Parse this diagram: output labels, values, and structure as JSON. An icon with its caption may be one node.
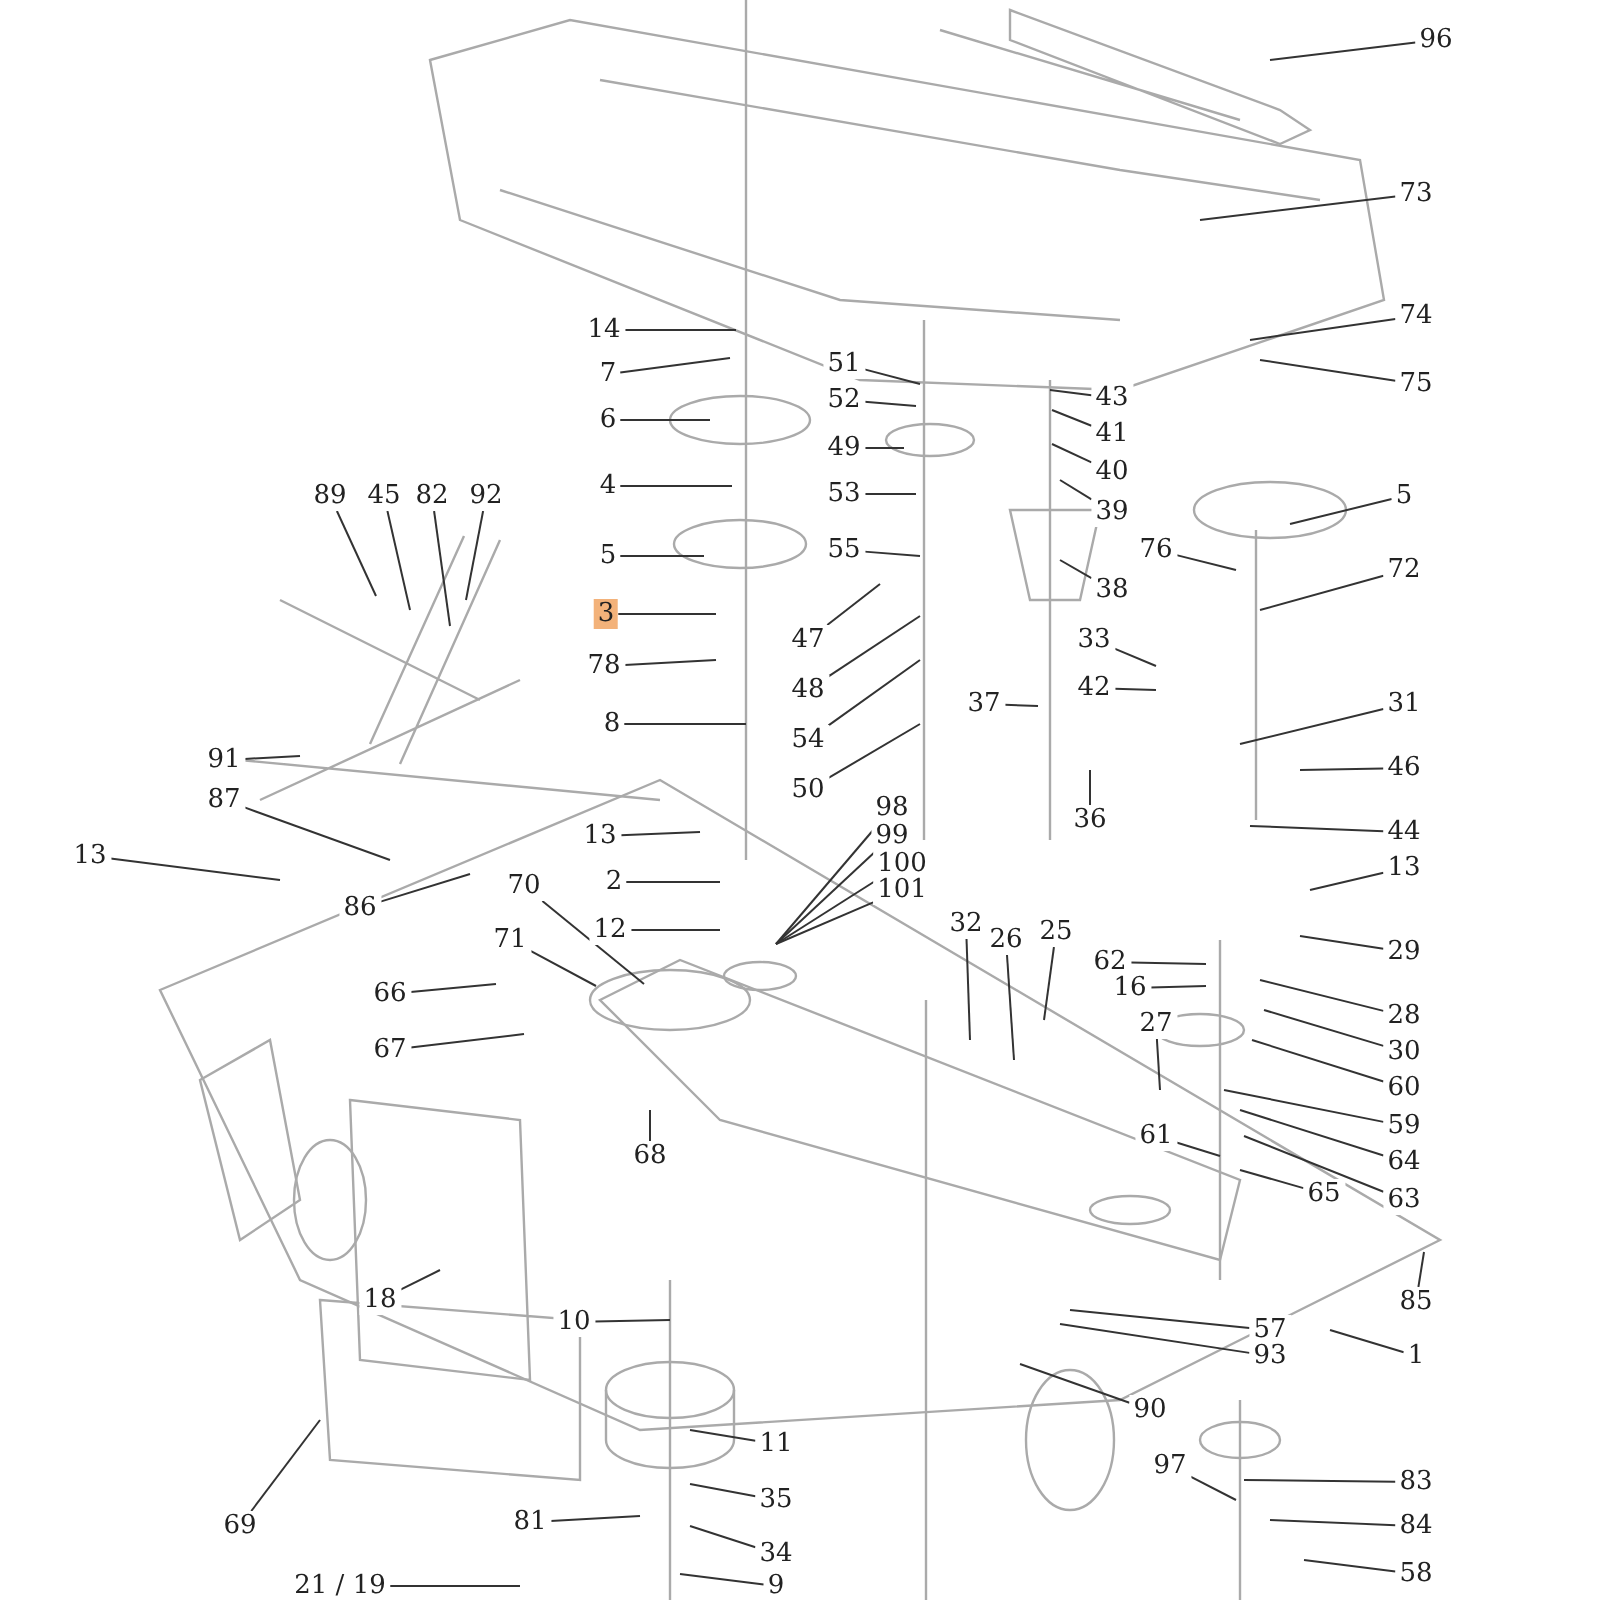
{
  "diagram": {
    "nodes": [
      {
        "text": [
          "96"
        ]
      },
      {
        "text": [
          "73"
        ]
      },
      {
        "text": [
          "14"
        ]
      },
      {
        "text": [
          "7"
        ]
      },
      {
        "text": [
          "74"
        ]
      },
      {
        "text": [
          "51"
        ]
      },
      {
        "text": [
          "43"
        ]
      },
      {
        "text": [
          "75"
        ]
      },
      {
        "text": [
          "52"
        ]
      },
      {
        "text": [
          "6"
        ]
      },
      {
        "text": [
          "41"
        ]
      },
      {
        "text": [
          "49"
        ]
      },
      {
        "text": [
          "40"
        ]
      },
      {
        "text": [
          "4"
        ]
      },
      {
        "text": [
          "53"
        ]
      },
      {
        "text": [
          "89"
        ]
      },
      {
        "text": [
          "45"
        ]
      },
      {
        "text": [
          "82"
        ]
      },
      {
        "text": [
          "92"
        ]
      },
      {
        "text": [
          "5"
        ]
      },
      {
        "text": [
          "39"
        ]
      },
      {
        "text": [
          "55"
        ]
      },
      {
        "text": [
          "76"
        ]
      },
      {
        "text": [
          "5"
        ]
      },
      {
        "text": [
          "72"
        ]
      },
      {
        "text": [
          "38"
        ]
      },
      {
        "text": [
          "3"
        ]
      },
      {
        "text": [
          "47"
        ]
      },
      {
        "text": [
          "33"
        ]
      },
      {
        "text": [
          "78"
        ]
      },
      {
        "text": [
          "42"
        ]
      },
      {
        "text": [
          "48"
        ]
      },
      {
        "text": [
          "37"
        ]
      },
      {
        "text": [
          "31"
        ]
      },
      {
        "text": [
          "8"
        ]
      },
      {
        "text": [
          "54"
        ]
      },
      {
        "text": [
          "91"
        ]
      },
      {
        "text": [
          "46"
        ]
      },
      {
        "text": [
          "50"
        ]
      },
      {
        "text": [
          "87"
        ]
      },
      {
        "text": [
          "36"
        ]
      },
      {
        "text": [
          "98"
        ]
      },
      {
        "text": [
          "99"
        ]
      },
      {
        "text": [
          "100"
        ]
      },
      {
        "text": [
          "101"
        ]
      },
      {
        "text": [
          "44"
        ]
      },
      {
        "text": [
          "13"
        ]
      },
      {
        "text": [
          "13"
        ]
      },
      {
        "text": [
          "13"
        ]
      },
      {
        "text": [
          "2"
        ]
      },
      {
        "text": [
          "70"
        ]
      },
      {
        "text": [
          "86"
        ]
      },
      {
        "text": [
          "32"
        ]
      },
      {
        "text": [
          "12"
        ]
      },
      {
        "text": [
          "25"
        ]
      },
      {
        "text": [
          "26"
        ]
      },
      {
        "text": [
          "71"
        ]
      },
      {
        "text": [
          "29"
        ]
      },
      {
        "text": [
          "62"
        ]
      },
      {
        "text": [
          "16"
        ]
      },
      {
        "text": [
          "66"
        ]
      },
      {
        "text": [
          "28"
        ]
      },
      {
        "text": [
          "27"
        ]
      },
      {
        "text": [
          "67"
        ]
      },
      {
        "text": [
          "30"
        ]
      },
      {
        "text": [
          "60"
        ]
      },
      {
        "text": [
          "59"
        ]
      },
      {
        "text": [
          "61"
        ]
      },
      {
        "text": [
          "68"
        ]
      },
      {
        "text": [
          "64"
        ]
      },
      {
        "text": [
          "65"
        ]
      },
      {
        "text": [
          "63"
        ]
      },
      {
        "text": [
          "18"
        ]
      },
      {
        "text": [
          "85"
        ]
      },
      {
        "text": [
          "10"
        ]
      },
      {
        "text": [
          "57"
        ]
      },
      {
        "text": [
          "1"
        ]
      },
      {
        "text": [
          "93"
        ]
      },
      {
        "text": [
          "90"
        ]
      },
      {
        "text": [
          "11"
        ]
      },
      {
        "text": [
          "97"
        ]
      },
      {
        "text": [
          "83"
        ]
      },
      {
        "text": [
          "35"
        ]
      },
      {
        "text": [
          "81"
        ]
      },
      {
        "text": [
          "69"
        ]
      },
      {
        "text": [
          "84"
        ]
      },
      {
        "text": [
          "34"
        ]
      },
      {
        "text": [
          "58"
        ]
      },
      {
        "text": [
          "21 / 19"
        ]
      },
      {
        "text": [
          "9"
        ]
      }
    ],
    "edges": [
      {
        "from": 0,
        "to": null,
        "arrow": "none"
      },
      {
        "from": 1,
        "to": null,
        "arrow": "none"
      },
      {
        "from": 2,
        "to": null,
        "arrow": "none"
      },
      {
        "from": 3,
        "to": null,
        "arrow": "none"
      },
      {
        "from": 4,
        "to": null,
        "arrow": "none"
      },
      {
        "from": 5,
        "to": null,
        "arrow": "none"
      },
      {
        "from": 6,
        "to": null,
        "arrow": "none"
      },
      {
        "from": 7,
        "to": null,
        "arrow": "none"
      },
      {
        "from": 8,
        "to": null,
        "arrow": "none"
      },
      {
        "from": 9,
        "to": null,
        "arrow": "none"
      },
      {
        "from": 10,
        "to": null,
        "arrow": "none"
      },
      {
        "from": 11,
        "to": null,
        "arrow": "none"
      },
      {
        "from": 12,
        "to": null,
        "arrow": "none"
      },
      {
        "from": 13,
        "to": null,
        "arrow": "none"
      },
      {
        "from": 14,
        "to": null,
        "arrow": "none"
      },
      {
        "from": 15,
        "to": null,
        "arrow": "none"
      },
      {
        "from": 16,
        "to": null,
        "arrow": "none"
      },
      {
        "from": 17,
        "to": null,
        "arrow": "none"
      },
      {
        "from": 18,
        "to": null,
        "arrow": "none"
      },
      {
        "from": 19,
        "to": null,
        "arrow": "none"
      },
      {
        "from": 20,
        "to": null,
        "arrow": "none"
      },
      {
        "from": 21,
        "to": null,
        "arrow": "none"
      },
      {
        "from": 22,
        "to": null,
        "arrow": "none"
      },
      {
        "from": 23,
        "to": null,
        "arrow": "none"
      },
      {
        "from": 24,
        "to": null,
        "arrow": "none"
      },
      {
        "from": 25,
        "to": null,
        "arrow": "none"
      },
      {
        "from": 26,
        "to": null,
        "arrow": "none"
      },
      {
        "from": 27,
        "to": null,
        "arrow": "none"
      },
      {
        "from": 28,
        "to": null,
        "arrow": "none"
      },
      {
        "from": 29,
        "to": null,
        "arrow": "none"
      },
      {
        "from": 30,
        "to": null,
        "arrow": "none"
      },
      {
        "from": 31,
        "to": null,
        "arrow": "none"
      },
      {
        "from": 32,
        "to": null,
        "arrow": "none"
      },
      {
        "from": 33,
        "to": null,
        "arrow": "none"
      },
      {
        "from": 34,
        "to": null,
        "arrow": "none"
      },
      {
        "from": 35,
        "to": null,
        "arrow": "none"
      },
      {
        "from": 36,
        "to": null,
        "arrow": "none"
      },
      {
        "from": 37,
        "to": null,
        "arrow": "none"
      },
      {
        "from": 38,
        "to": null,
        "arrow": "none"
      },
      {
        "from": 39,
        "to": null,
        "arrow": "none"
      },
      {
        "from": 40,
        "to": null,
        "arrow": "none"
      },
      {
        "from": 41,
        "to": null,
        "arrow": "none"
      },
      {
        "from": 42,
        "to": null,
        "arrow": "none"
      },
      {
        "from": 43,
        "to": null,
        "arrow": "none"
      },
      {
        "from": 44,
        "to": null,
        "arrow": "none"
      },
      {
        "from": 45,
        "to": null,
        "arrow": "none"
      },
      {
        "from": 46,
        "to": null,
        "arrow": "none"
      },
      {
        "from": 47,
        "to": null,
        "arrow": "none"
      },
      {
        "from": 48,
        "to": null,
        "arrow": "none"
      },
      {
        "from": 49,
        "to": null,
        "arrow": "none"
      },
      {
        "from": 50,
        "to": null,
        "arrow": "none"
      },
      {
        "from": 51,
        "to": null,
        "arrow": "none"
      },
      {
        "from": 52,
        "to": null,
        "arrow": "none"
      },
      {
        "from": 53,
        "to": null,
        "arrow": "none"
      },
      {
        "from": 54,
        "to": null,
        "arrow": "none"
      },
      {
        "from": 55,
        "to": null,
        "arrow": "none"
      },
      {
        "from": 56,
        "to": null,
        "arrow": "none"
      },
      {
        "from": 57,
        "to": null,
        "arrow": "none"
      },
      {
        "from": 58,
        "to": null,
        "arrow": "none"
      },
      {
        "from": 59,
        "to": null,
        "arrow": "none"
      },
      {
        "from": 60,
        "to": null,
        "arrow": "none"
      },
      {
        "from": 61,
        "to": null,
        "arrow": "none"
      },
      {
        "from": 62,
        "to": null,
        "arrow": "none"
      },
      {
        "from": 63,
        "to": null,
        "arrow": "none"
      },
      {
        "from": 64,
        "to": null,
        "arrow": "none"
      },
      {
        "from": 65,
        "to": null,
        "arrow": "none"
      },
      {
        "from": 66,
        "to": null,
        "arrow": "none"
      },
      {
        "from": 67,
        "to": null,
        "arrow": "none"
      },
      {
        "from": 68,
        "to": null,
        "arrow": "none"
      },
      {
        "from": 69,
        "to": null,
        "arrow": "none"
      },
      {
        "from": 70,
        "to": null,
        "arrow": "none"
      },
      {
        "from": 71,
        "to": null,
        "arrow": "none"
      },
      {
        "from": 72,
        "to": null,
        "arrow": "none"
      },
      {
        "from": 73,
        "to": null,
        "arrow": "none"
      },
      {
        "from": 74,
        "to": null,
        "arrow": "none"
      },
      {
        "from": 75,
        "to": null,
        "arrow": "none"
      },
      {
        "from": 76,
        "to": null,
        "arrow": "none"
      },
      {
        "from": 77,
        "to": null,
        "arrow": "none"
      },
      {
        "from": 78,
        "to": null,
        "arrow": "none"
      },
      {
        "from": 79,
        "to": null,
        "arrow": "none"
      },
      {
        "from": 80,
        "to": null,
        "arrow": "none"
      },
      {
        "from": 81,
        "to": null,
        "arrow": "none"
      },
      {
        "from": 82,
        "to": null,
        "arrow": "none"
      },
      {
        "from": 83,
        "to": null,
        "arrow": "none"
      },
      {
        "from": 84,
        "to": null,
        "arrow": "none"
      },
      {
        "from": 85,
        "to": null,
        "arrow": "none"
      },
      {
        "from": 86,
        "to": null,
        "arrow": "none"
      },
      {
        "from": 87,
        "to": null,
        "arrow": "none"
      },
      {
        "from": 88,
        "to": null,
        "arrow": "none"
      },
      {
        "from": 89,
        "to": null,
        "arrow": "none"
      }
    ]
  }
}
